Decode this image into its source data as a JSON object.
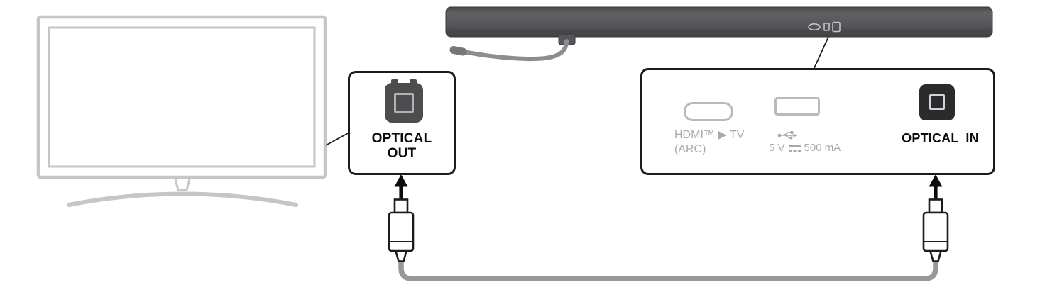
{
  "colors": {
    "background": "#ffffff",
    "outline": "#1c1c1e",
    "text": "#0c0c0c",
    "muted": "#a9a9ac",
    "tv_outline": "#c6c6c8",
    "cable": "#98989b"
  },
  "tv_callout": {
    "label_line1": "OPTICAL",
    "label_line2": "OUT"
  },
  "soundbar_callout": {
    "hdmi_label_line1": "HDMI™ ▶ TV",
    "hdmi_label_line2": "(ARC)",
    "usb_label_prefix": "5 V",
    "usb_label_suffix": "500 mA",
    "optical_label": "OPTICAL IN"
  }
}
